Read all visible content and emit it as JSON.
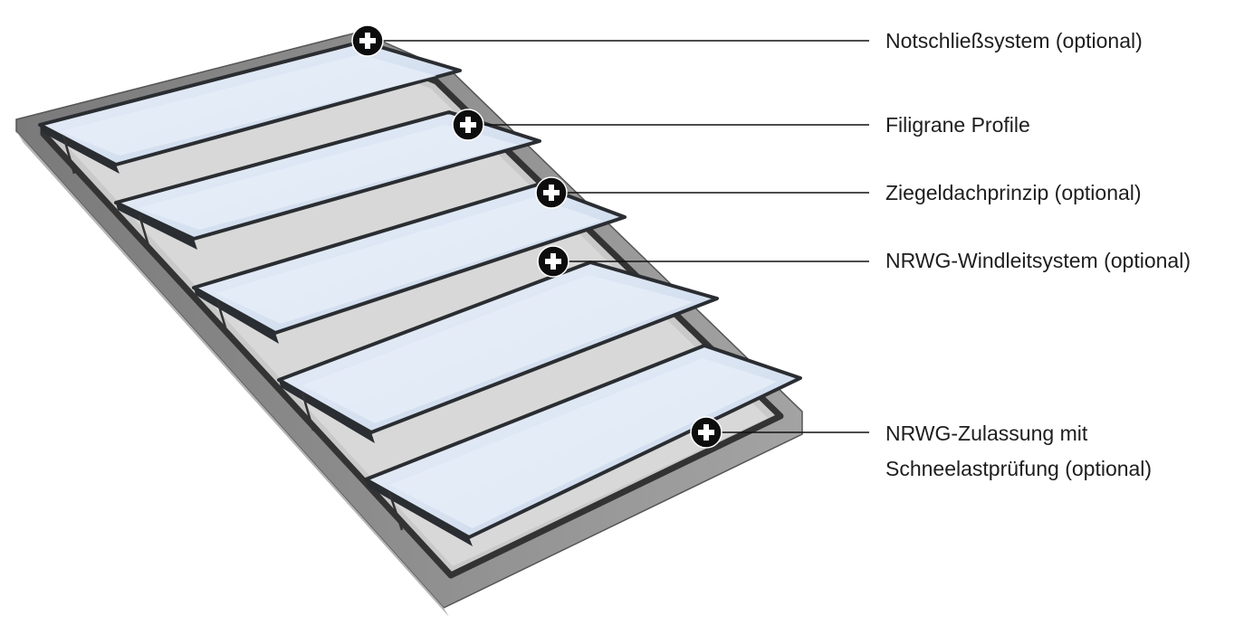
{
  "callouts": [
    {
      "lines": [
        "Notschließsystem (optional)"
      ],
      "interactable": true
    },
    {
      "lines": [
        "Filigrane Profile"
      ],
      "interactable": true
    },
    {
      "lines": [
        "Ziegeldachprinzip (optional)"
      ],
      "interactable": true
    },
    {
      "lines": [
        "NRWG-Windleitsystem (optional)"
      ],
      "interactable": true
    },
    {
      "lines": [
        "NRWG-Zulassung mit",
        "Schneelastprüfung (optional)"
      ],
      "interactable": true
    }
  ],
  "colors": {
    "frame_outer": "#8e8e8e",
    "frame_inner": "#2c2c2c",
    "frame_bottom": "#b9b9b9",
    "glass_light": "#eef3fb",
    "glass_mid": "#d2deef",
    "glass_dark": "#b6c8e0",
    "sash": "#2a2d31",
    "marker": "#0d0d0d",
    "leader": "#111111",
    "text": "#1e1e1e"
  },
  "icons": [
    "plus-marker-icon"
  ]
}
